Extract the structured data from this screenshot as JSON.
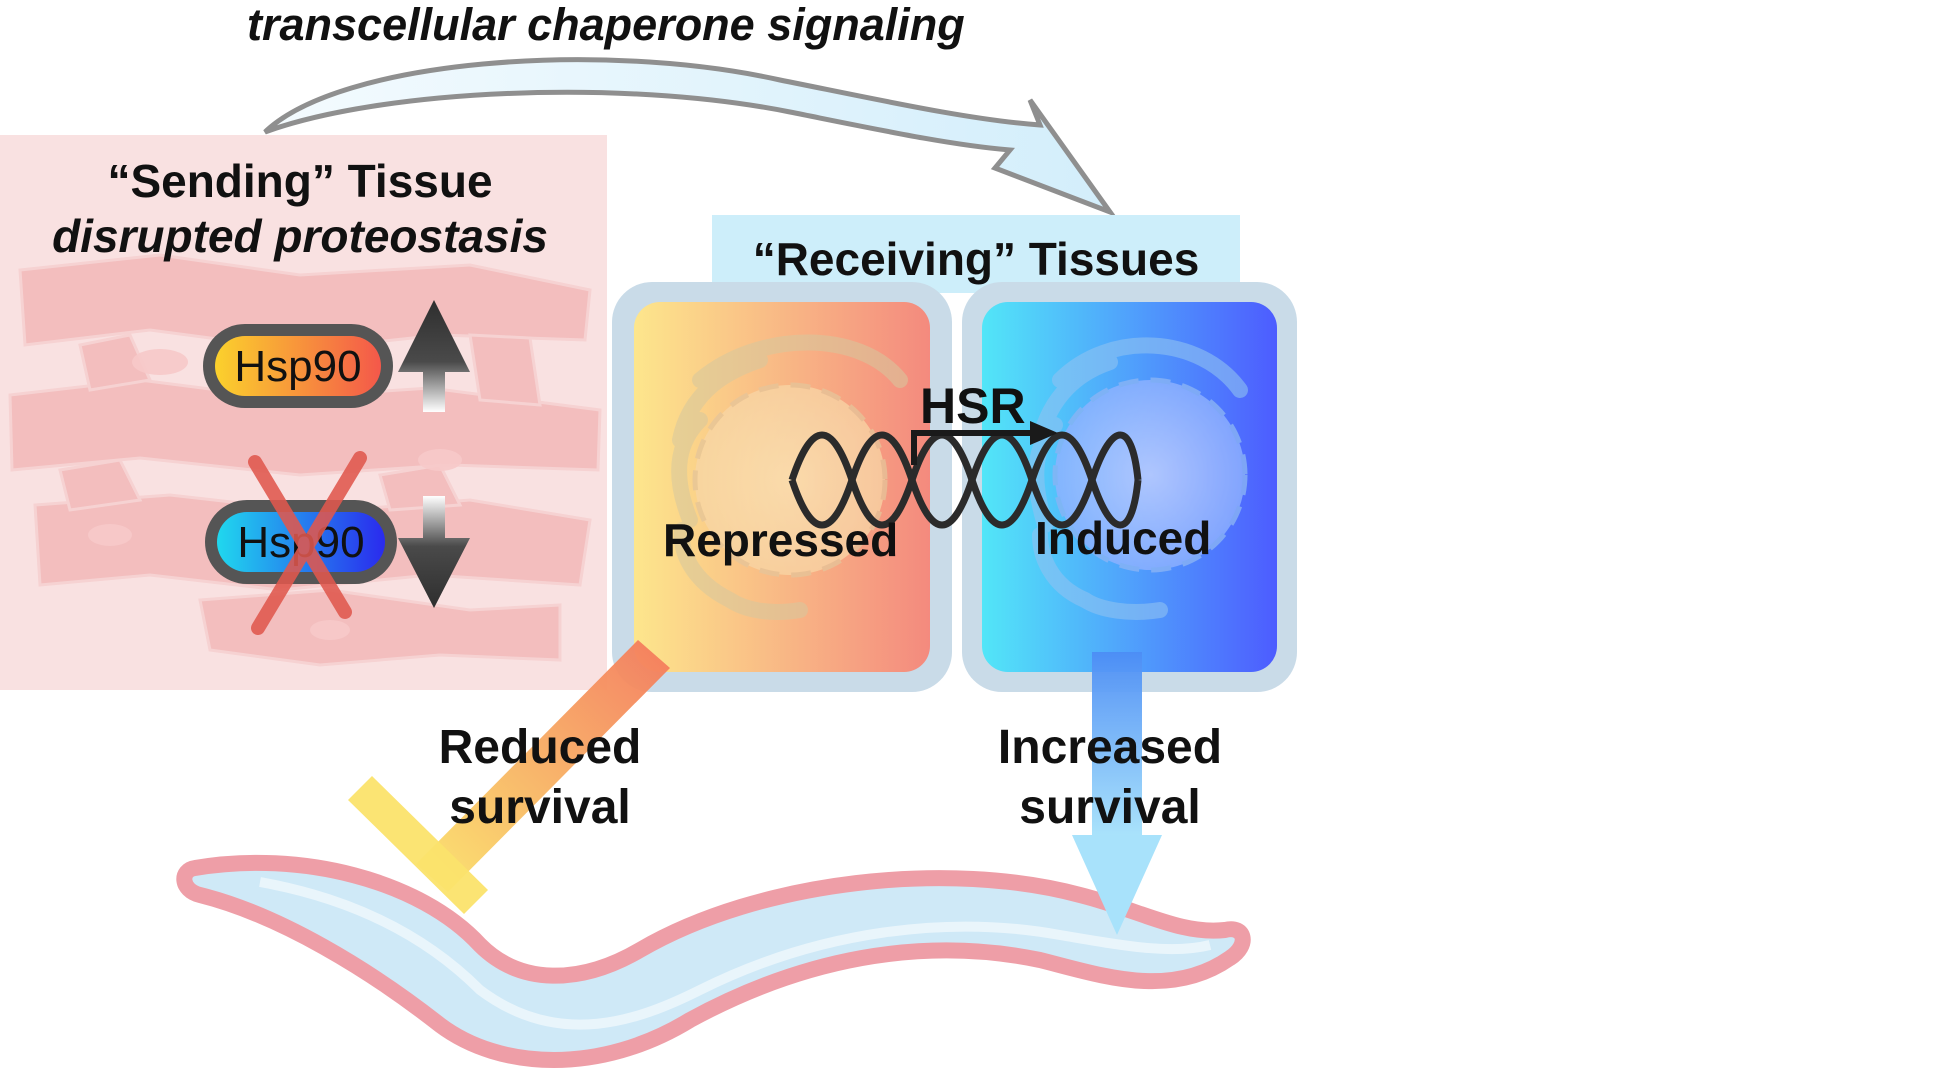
{
  "header": {
    "signal_label": "transcellular chaperone signaling"
  },
  "sending": {
    "title": "“Sending” Tissue",
    "subtitle": "disrupted proteostasis",
    "hsp90_up": "Hsp90",
    "hsp90_down": "Hsp90"
  },
  "receiving": {
    "title": "“Receiving” Tissues",
    "hsr_label": "HSR",
    "repressed_label": "Repressed",
    "induced_label": "Induced"
  },
  "outcomes": {
    "reduced_line1": "Reduced",
    "reduced_line2": "survival",
    "increased_line1": "Increased",
    "increased_line2": "survival"
  },
  "colors": {
    "sending_bg": "#f7dcdc",
    "muscle": "#ef9a9a",
    "receiving_banner": "#cdeefa",
    "cell_border": "#c9dbe8",
    "repressed_from": "#fbe38a",
    "repressed_to": "#f48b7d",
    "induced_from": "#55e2f7",
    "induced_to": "#5166ff",
    "worm_outline": "#ee9da6",
    "worm_fill": "#cfe9f7"
  }
}
